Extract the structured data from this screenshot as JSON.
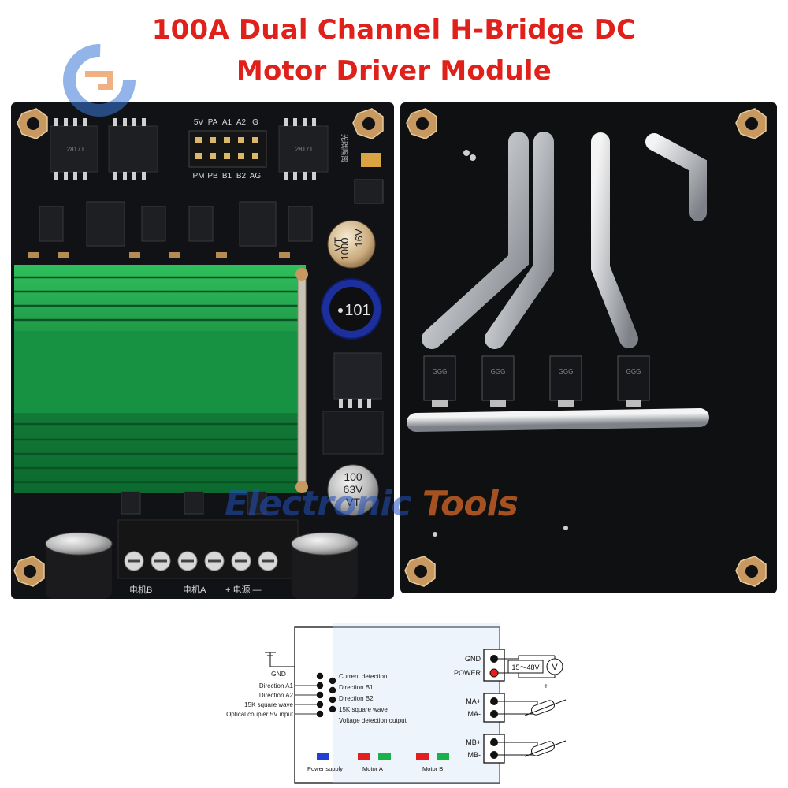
{
  "title": {
    "line1": "100A Dual Channel H-Bridge DC",
    "line2": "Motor Driver Module"
  },
  "watermark": {
    "text_part1": "Electronic",
    "text_part2": "Tools",
    "accent_color": "#e2711d",
    "text_color": "#2456c0"
  },
  "front_board": {
    "pin_labels_top": [
      "5V",
      "PA",
      "A1",
      "A2",
      "G"
    ],
    "pin_labels_bottom": [
      "PM",
      "PB",
      "B1",
      "B2",
      "AG"
    ],
    "ic_marking": "2817T",
    "cap_top": [
      "1000",
      "16V",
      "VT"
    ],
    "inductor_label": "101",
    "cap_bottom": [
      "100",
      "63V",
      "VT"
    ],
    "terminal_labels": [
      "电机B",
      "电机A",
      "+ 电源 —"
    ],
    "side_silk": "光耦隔离"
  },
  "back_board": {
    "diode_marking": "GGG"
  },
  "wiring": {
    "gnd_label": "GND",
    "left_inputs": [
      "Direction A1",
      "Direction A2",
      "15K square wave",
      "Optical coupler 5V input"
    ],
    "left_outputs": [
      "Current detection",
      "Direction B1",
      "Direction B2",
      "15K square wave",
      "Voltage detection output"
    ],
    "right_power": [
      "GND",
      "POWER"
    ],
    "voltage_range": "15～48V",
    "voltmeter_symbol": "V",
    "plus_sign": "+",
    "motor_a": [
      "MA+",
      "MA-"
    ],
    "motor_b": [
      "MB+",
      "MB-"
    ],
    "legend": [
      {
        "label": "Power supply",
        "colors": [
          "#1f3fd6"
        ]
      },
      {
        "label": "Motor A",
        "colors": [
          "#e51d1d",
          "#19b24a"
        ]
      },
      {
        "label": "Motor B",
        "colors": [
          "#e51d1d",
          "#19b24a"
        ]
      }
    ]
  }
}
